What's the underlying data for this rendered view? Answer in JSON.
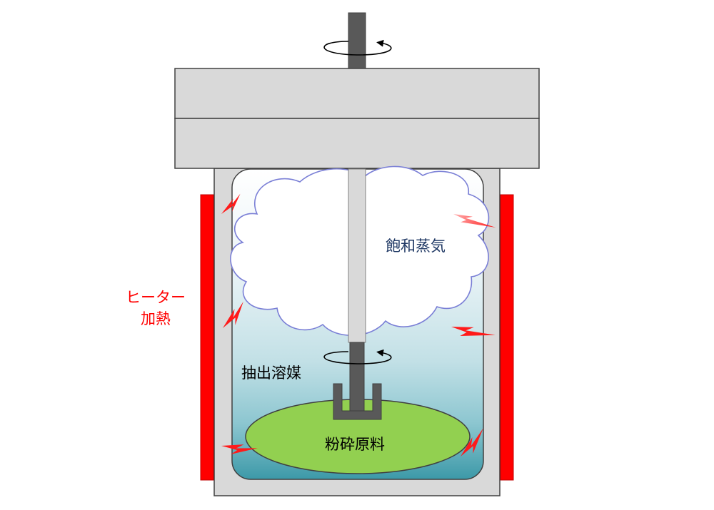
{
  "labels": {
    "saturated_vapor": "飽和蒸気",
    "extraction_solvent": "抽出溶媒",
    "ground_material": "粉砕原料",
    "heater_line1": "ヒーター",
    "heater_line2": "加熱"
  },
  "colors": {
    "heater": "#ff0000",
    "heat_bolt": "#ff1a1a",
    "heater_label": "#ff0000",
    "vapor_label": "#1f3864",
    "cloud_outline": "#7a7fd6",
    "solvent_top": "#e9f3f6",
    "solvent_bottom": "#3c99a8",
    "material": "#92d050",
    "shaft": "#595959",
    "lid": "#d9d9d9"
  },
  "icons": {
    "top_rotation": "rotation-arrow-icon",
    "shaft_rotation": "rotation-arrow-icon",
    "heat": "lightning-bolt-icon"
  }
}
